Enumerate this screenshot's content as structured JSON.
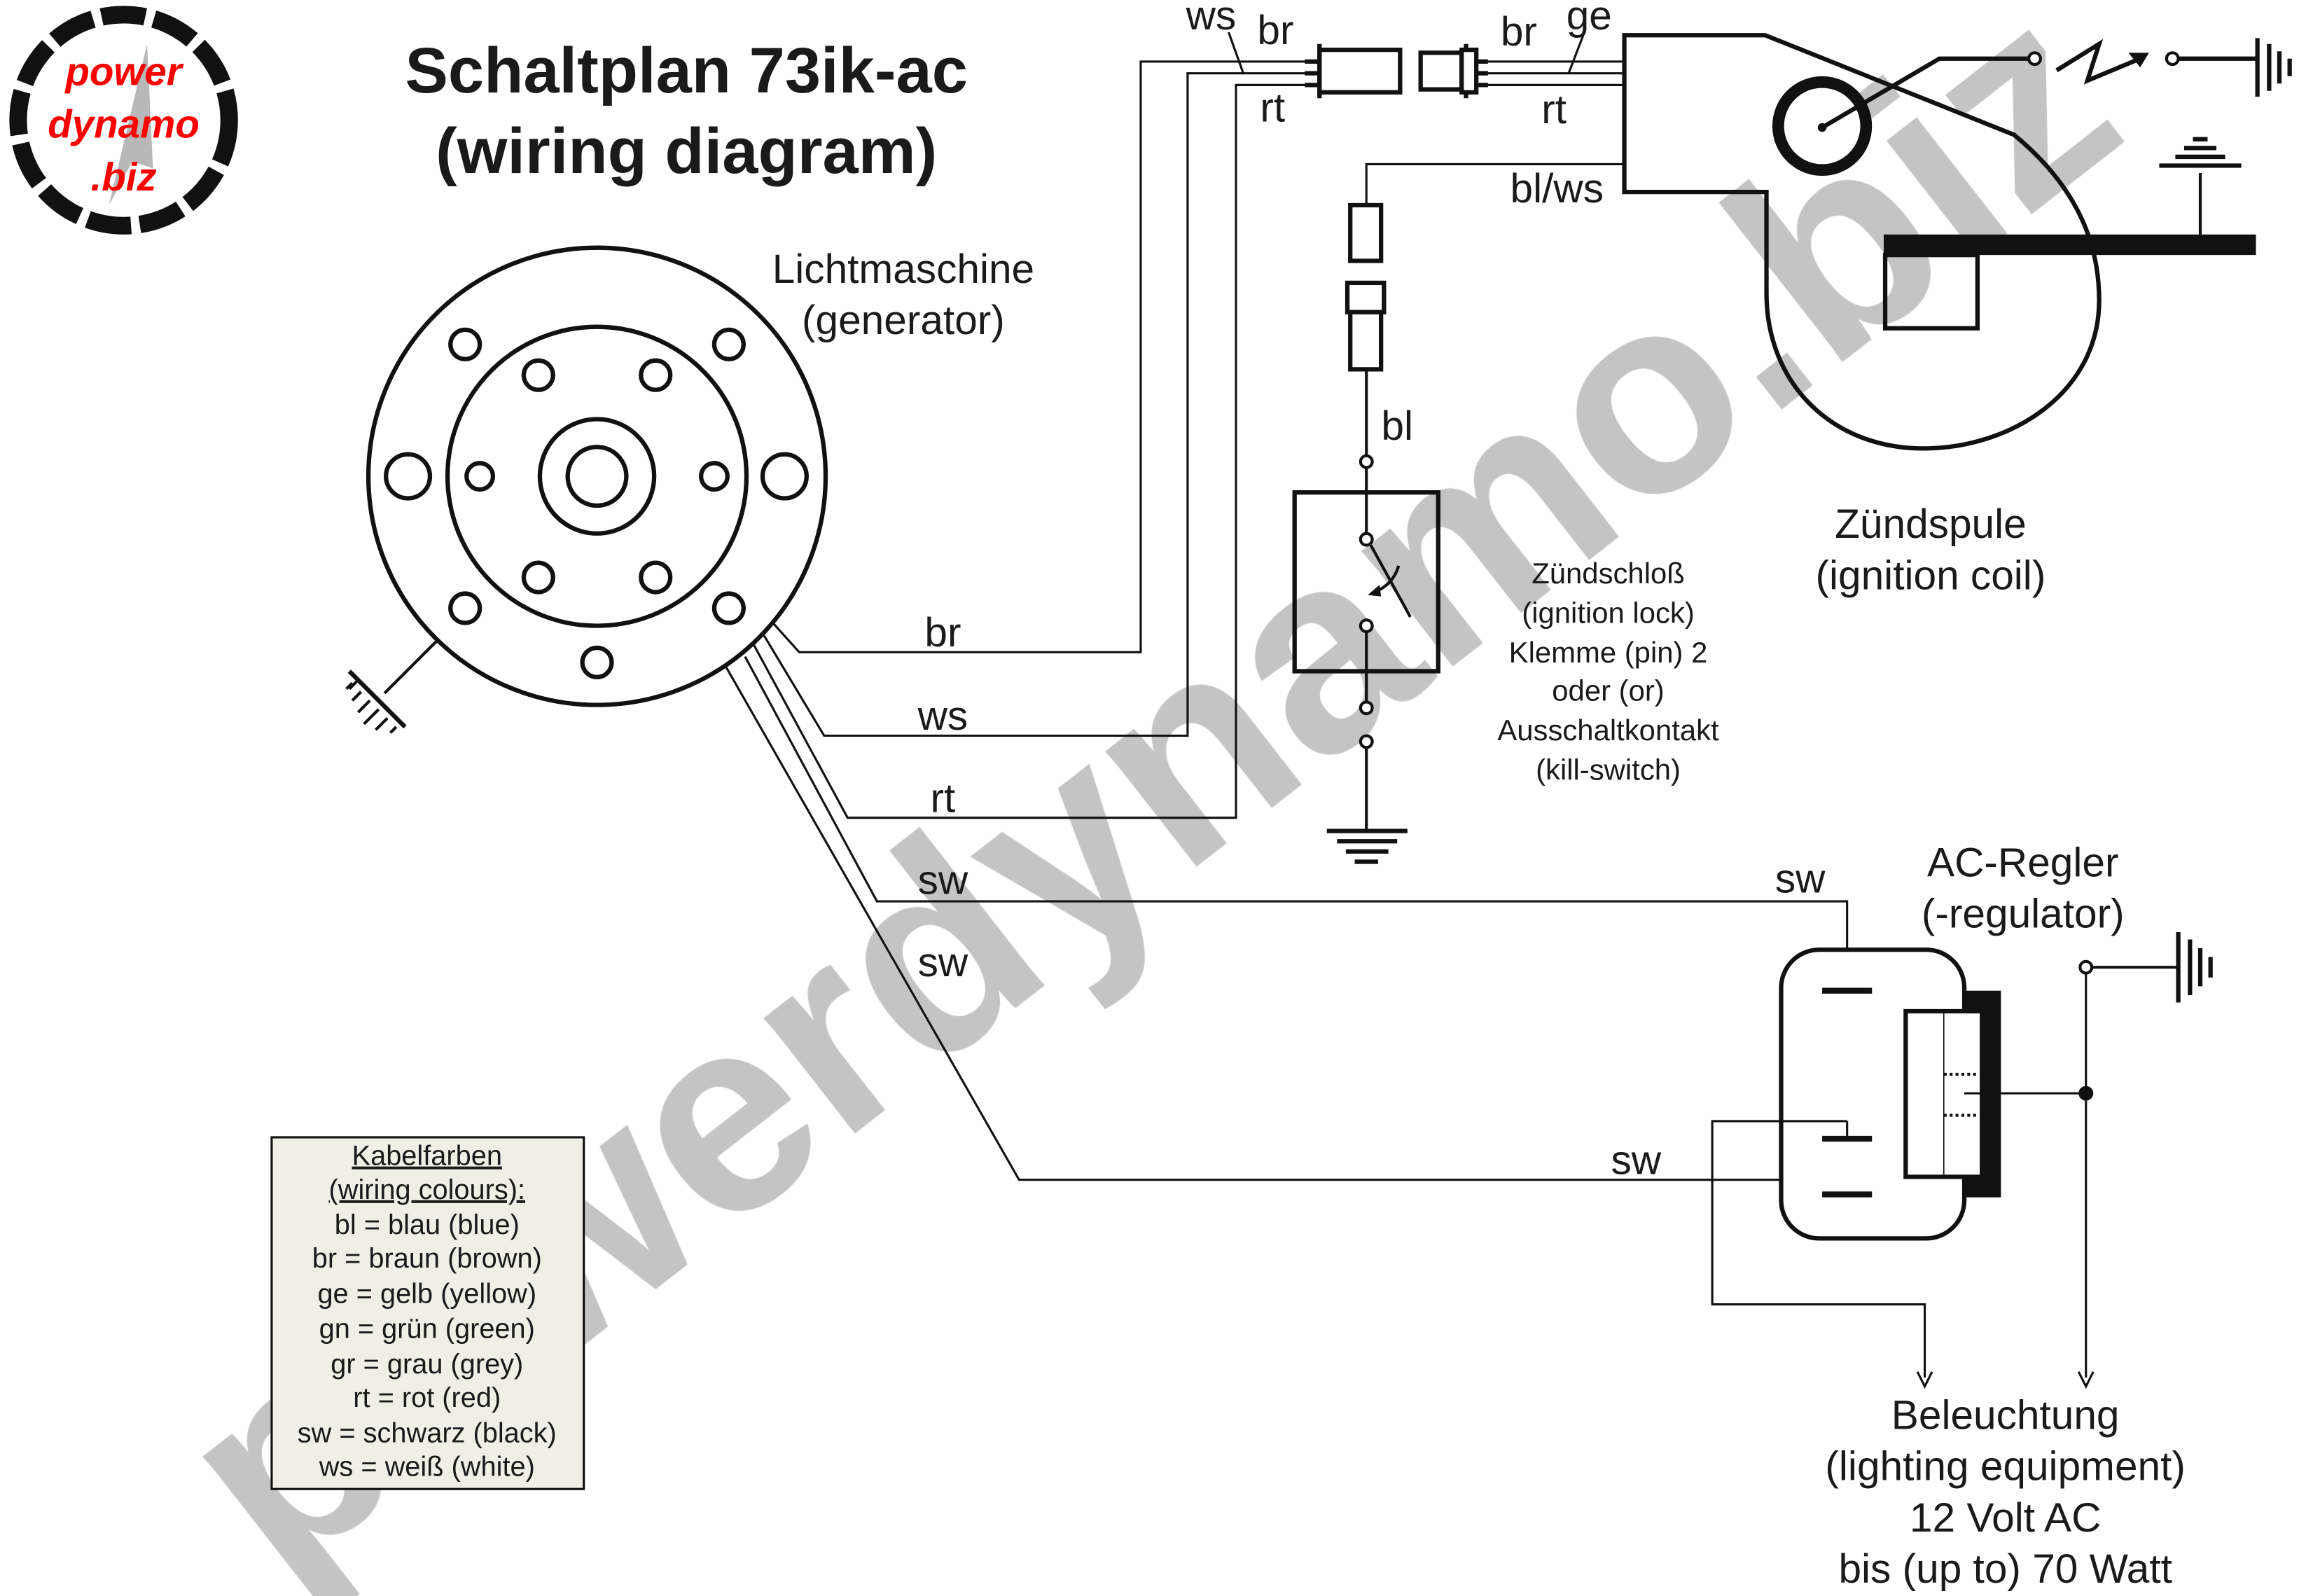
{
  "logo": {
    "line1": "power",
    "line2": "dynamo",
    "line3": ".biz",
    "color": "#ff0000"
  },
  "title": {
    "line1": "Schaltplan 73ik-ac",
    "line2": "(wiring diagram)"
  },
  "watermark": "powerdynamo.biz",
  "generator": {
    "line1": "Lichtmaschine",
    "line2": "(generator)"
  },
  "ignition_coil": {
    "line1": "Zündspule",
    "line2": "(ignition coil)"
  },
  "ignition_lock": {
    "lines": [
      "Zündschloß",
      "(ignition lock)",
      "Klemme (pin) 2",
      "oder (or)",
      "Ausschaltkontakt",
      "(kill-switch)"
    ]
  },
  "regulator": {
    "line1": "AC-Regler",
    "line2": "(-regulator)"
  },
  "lighting": {
    "lines": [
      "Beleuchtung",
      "(lighting equipment)",
      "12 Volt AC",
      "bis (up to) 70 Watt"
    ]
  },
  "wire_labels": {
    "gen_br": "br",
    "gen_ws": "ws",
    "gen_rt": "rt",
    "gen_sw1": "sw",
    "gen_sw2": "sw",
    "plug_ws": "ws",
    "plug_br": "br",
    "plug_rt": "rt",
    "coil_br": "br",
    "coil_ge": "ge",
    "coil_rt": "rt",
    "coil_blws": "bl/ws",
    "lock_bl": "bl",
    "reg_sw_top": "sw",
    "reg_sw_bottom": "sw"
  },
  "legend": {
    "title1": "Kabelfarben",
    "title2": "(wiring colours):",
    "items": [
      "bl = blau (blue)",
      "br = braun (brown)",
      "ge = gelb (yellow)",
      "gn = grün (green)",
      "gr = grau (grey)",
      "rt = rot (red)",
      "sw = schwarz (black)",
      "ws = weiß (white)"
    ]
  }
}
